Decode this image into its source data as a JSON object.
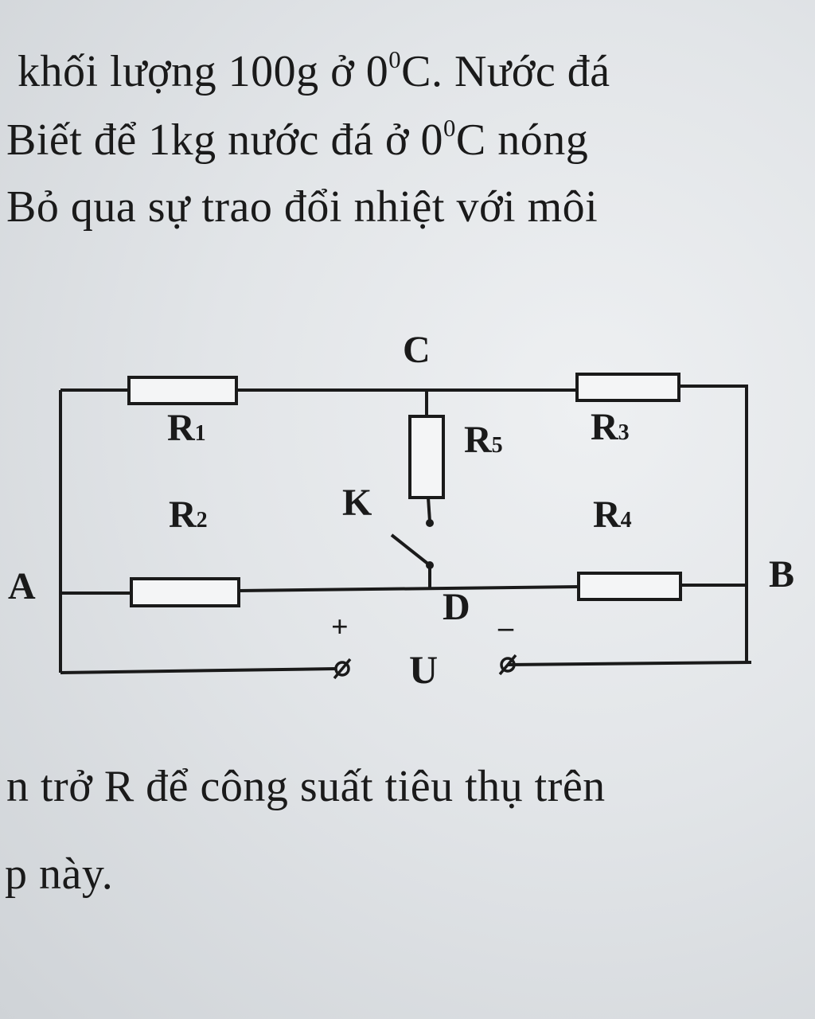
{
  "text_top": {
    "line1": {
      "before": "khối lượng 100g ở 0",
      "sup": "0",
      "after": "C. Nước đá"
    },
    "line2": {
      "before": "Biết để 1kg nước đá ở 0",
      "sup": "0",
      "after": "C nóng"
    },
    "line3": "Bỏ qua sự trao đổi nhiệt với môi"
  },
  "circuit": {
    "node_c": "C",
    "node_a": "A",
    "node_b": "B",
    "node_d": "D",
    "r1": {
      "main": "R",
      "sub": "1"
    },
    "r2": {
      "main": "R",
      "sub": "2"
    },
    "r3": {
      "main": "R",
      "sub": "3"
    },
    "r4": {
      "main": "R",
      "sub": "4"
    },
    "r5": {
      "main": "R",
      "sub": "5"
    },
    "switch": "K",
    "plus": "+",
    "minus": "–",
    "source": "U"
  },
  "text_bottom": {
    "line1": "n trở R để công suất tiêu thụ trên",
    "line2": "p này."
  }
}
